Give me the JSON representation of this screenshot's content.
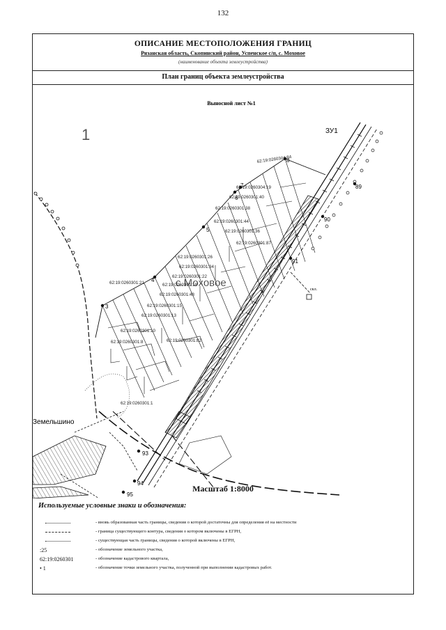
{
  "page_number": "132",
  "header": {
    "title": "ОПИСАНИЕ МЕСТОПОЛОЖЕНИЯ ГРАНИЦ",
    "address": "Рязанская область, Скопинский район, Успенское с/п, с. Моховое",
    "note": "(наименование объекта землеустройства)"
  },
  "plan_title": "План границ объекта землеустройства",
  "map": {
    "sheet_label": "Выносной лист №1",
    "big_number": "1",
    "zu_label": "ЗУ1",
    "village_label": "с.Моховое",
    "town_label": "Земельшино",
    "skl_label": "скл.",
    "scale_label": "Масштаб 1:8000",
    "points": [
      "3",
      "4",
      "5",
      "6",
      "7",
      "8",
      "89",
      "90",
      "91",
      "93",
      "94",
      "95"
    ],
    "parcels": [
      "62:19:0260304:84",
      "62:19:0260304:19",
      "62:19:0260301:40",
      "62:19:0260301:38",
      "62:19:0260301:44",
      "62:19:0260301:36",
      "62:19:0260301:87",
      "62:19:0260301:26",
      "62:19:0260301:34",
      "62:19:0260301:22",
      "62:19:0260301:21",
      "62:19:0260301:18",
      "62:19:0260301:48",
      "62:19:0260301:15",
      "62:19:0260301:13",
      "62:19:0260301:10",
      "62:19:0260301:82",
      "62:19:0260301:8",
      "62:19:0260301:1"
    ]
  },
  "legend": {
    "title": "Используемые условные знаки и обозначения:",
    "items": [
      {
        "symbol": "",
        "desc": "- вновь образованная часть границы, сведения о которой достаточны для определения её на местности"
      },
      {
        "symbol": "",
        "desc": "- граница существующего контура, сведения о котором включены в ЕГРН,"
      },
      {
        "symbol": "",
        "desc": "- существующая часть границы, сведения о которой включены в ЕГРН,"
      },
      {
        "symbol": ":25",
        "desc": "- обозначение земельного участка,"
      },
      {
        "symbol": "62:19:0260301",
        "desc": "- обозначение кадастрового квартала,"
      },
      {
        "symbol": "• 1",
        "desc": "- обозначение точки земельного участка, полученной при выполнении кадастровых работ."
      }
    ]
  },
  "colors": {
    "ink": "#111111",
    "border": "#222222",
    "background": "#ffffff"
  }
}
